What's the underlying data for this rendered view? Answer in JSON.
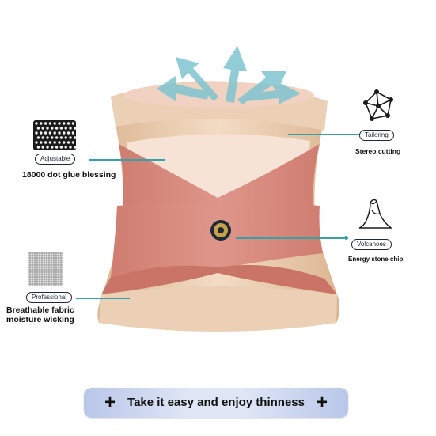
{
  "features": {
    "adjustable": {
      "tag": "Adjustable",
      "caption": "18000 dot glue blessing",
      "icon": "dot-mesh-icon"
    },
    "tailoring": {
      "tag": "Tailoring",
      "caption": "Stereo cutting",
      "icon": "network-nodes-icon"
    },
    "volcanoes": {
      "tag": "Volcanoes",
      "caption": "Energy stone chip",
      "icon": "volcano-icon"
    },
    "professional": {
      "tag": "Professional",
      "caption_line1": "Breathable fabric",
      "caption_line2": "moisture wicking",
      "icon": "fabric-weave-icon"
    }
  },
  "banner": {
    "text": "Take it easy and enjoy thinness",
    "left_symbol": "+",
    "right_symbol": "+"
  },
  "colors": {
    "accent_line": "#3aa0a8",
    "belt_beige": "#e9c9a8",
    "belt_pink": "#d98a7c",
    "arrows": "#7fc4cf"
  }
}
